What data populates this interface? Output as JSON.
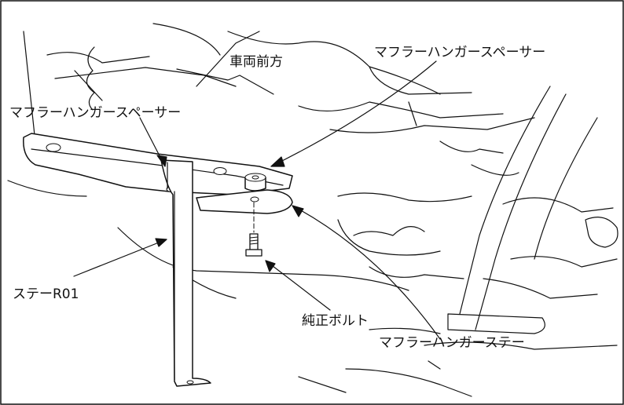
{
  "diagram": {
    "labels": {
      "vehicle_front": "車両前方",
      "spacer_right": "マフラーハンガースペーサー",
      "spacer_left": "マフラーハンガースペーサー",
      "stay_r01": "ステーR01",
      "genuine_bolt": "純正ボルト",
      "hanger_stay": "マフラーハンガーステー"
    },
    "colors": {
      "line": "#111111",
      "background": "#ffffff"
    }
  }
}
